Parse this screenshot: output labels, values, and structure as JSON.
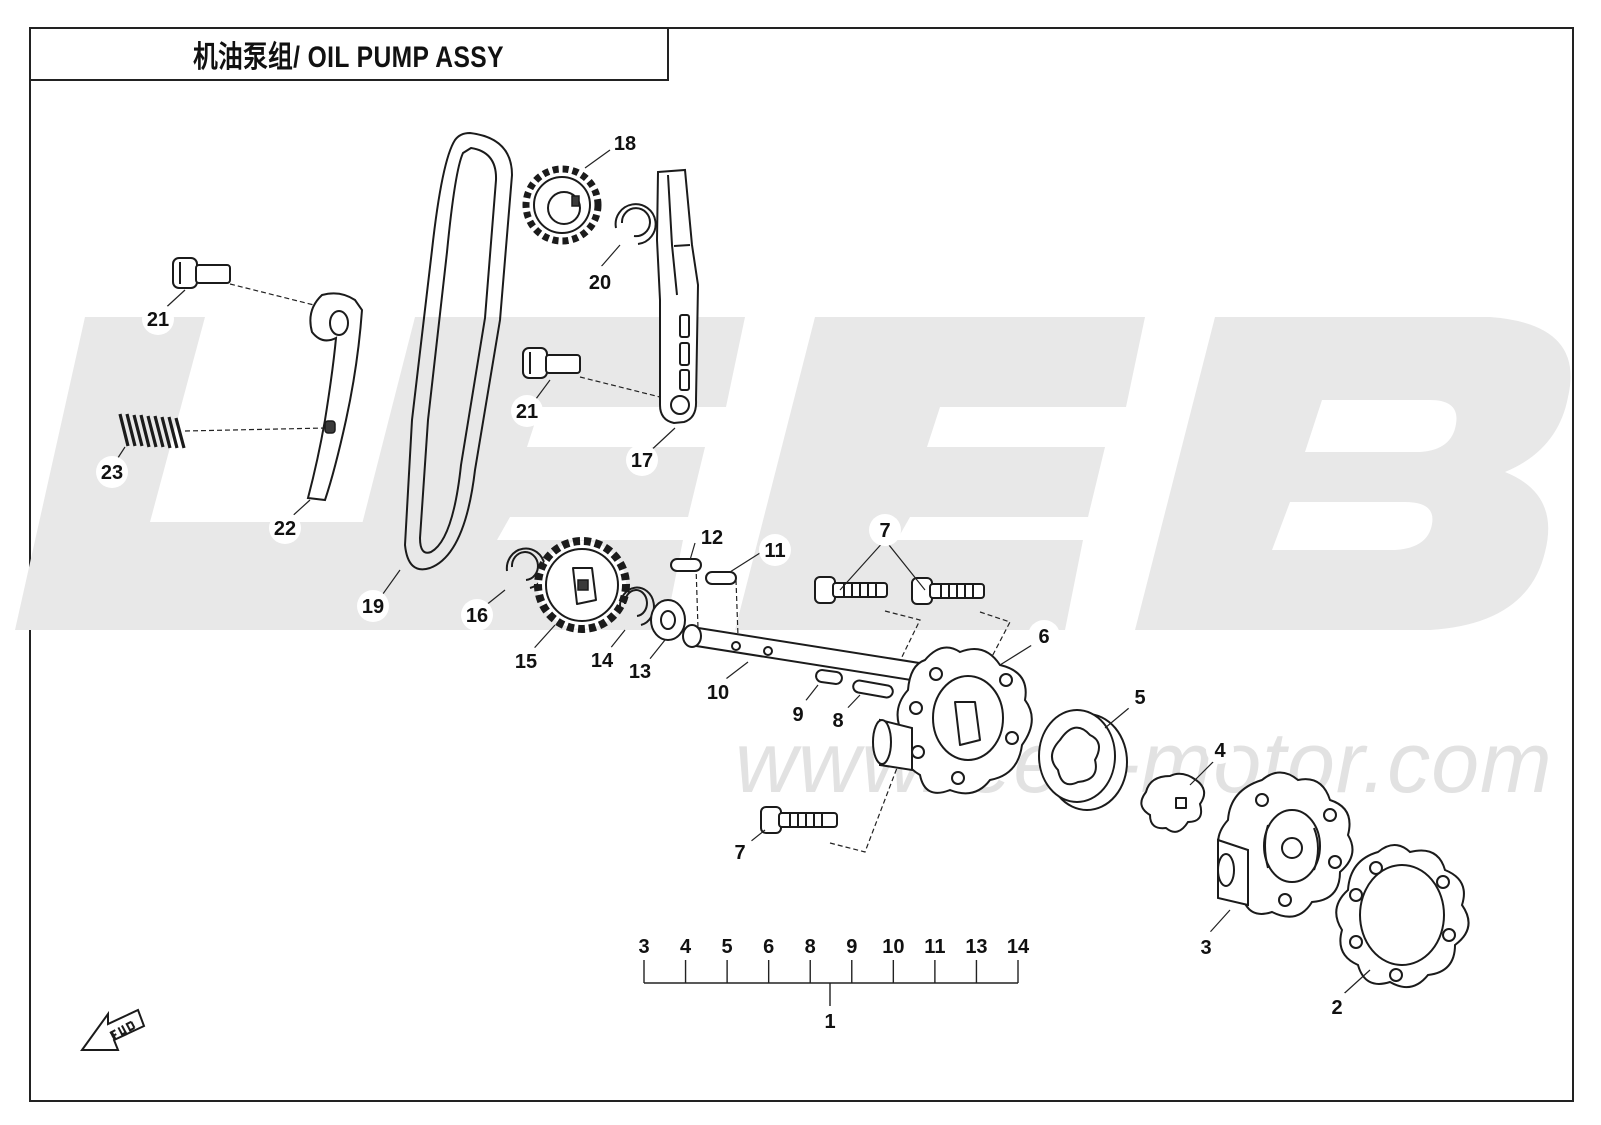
{
  "title": "机油泵组/ OIL PUMP ASSY",
  "watermark": {
    "logo": "LEEB",
    "url": "www.leeb-motor.com"
  },
  "callouts": [
    {
      "id": "c18",
      "label": "18"
    },
    {
      "id": "c20",
      "label": "20"
    },
    {
      "id": "c21a",
      "label": "21"
    },
    {
      "id": "c21b",
      "label": "21"
    },
    {
      "id": "c17",
      "label": "17"
    },
    {
      "id": "c23",
      "label": "23"
    },
    {
      "id": "c22",
      "label": "22"
    },
    {
      "id": "c19",
      "label": "19"
    },
    {
      "id": "c16",
      "label": "16"
    },
    {
      "id": "c15",
      "label": "15"
    },
    {
      "id": "c14",
      "label": "14"
    },
    {
      "id": "c13",
      "label": "13"
    },
    {
      "id": "c12",
      "label": "12"
    },
    {
      "id": "c11",
      "label": "11"
    },
    {
      "id": "c10",
      "label": "10"
    },
    {
      "id": "c9",
      "label": "9"
    },
    {
      "id": "c8",
      "label": "8"
    },
    {
      "id": "c7a",
      "label": "7"
    },
    {
      "id": "c7b",
      "label": "7"
    },
    {
      "id": "c6",
      "label": "6"
    },
    {
      "id": "c5",
      "label": "5"
    },
    {
      "id": "c4",
      "label": "4"
    },
    {
      "id": "c3",
      "label": "3"
    },
    {
      "id": "c2",
      "label": "2"
    }
  ],
  "assembly": {
    "label": "1",
    "members": [
      "3",
      "4",
      "5",
      "6",
      "8",
      "9",
      "10",
      "11",
      "13",
      "14"
    ]
  },
  "fwd_icon": "fwd-arrow-icon",
  "colors": {
    "line": "#1b1b1b",
    "watermark": "#e2e2e2",
    "background": "#ffffff"
  }
}
